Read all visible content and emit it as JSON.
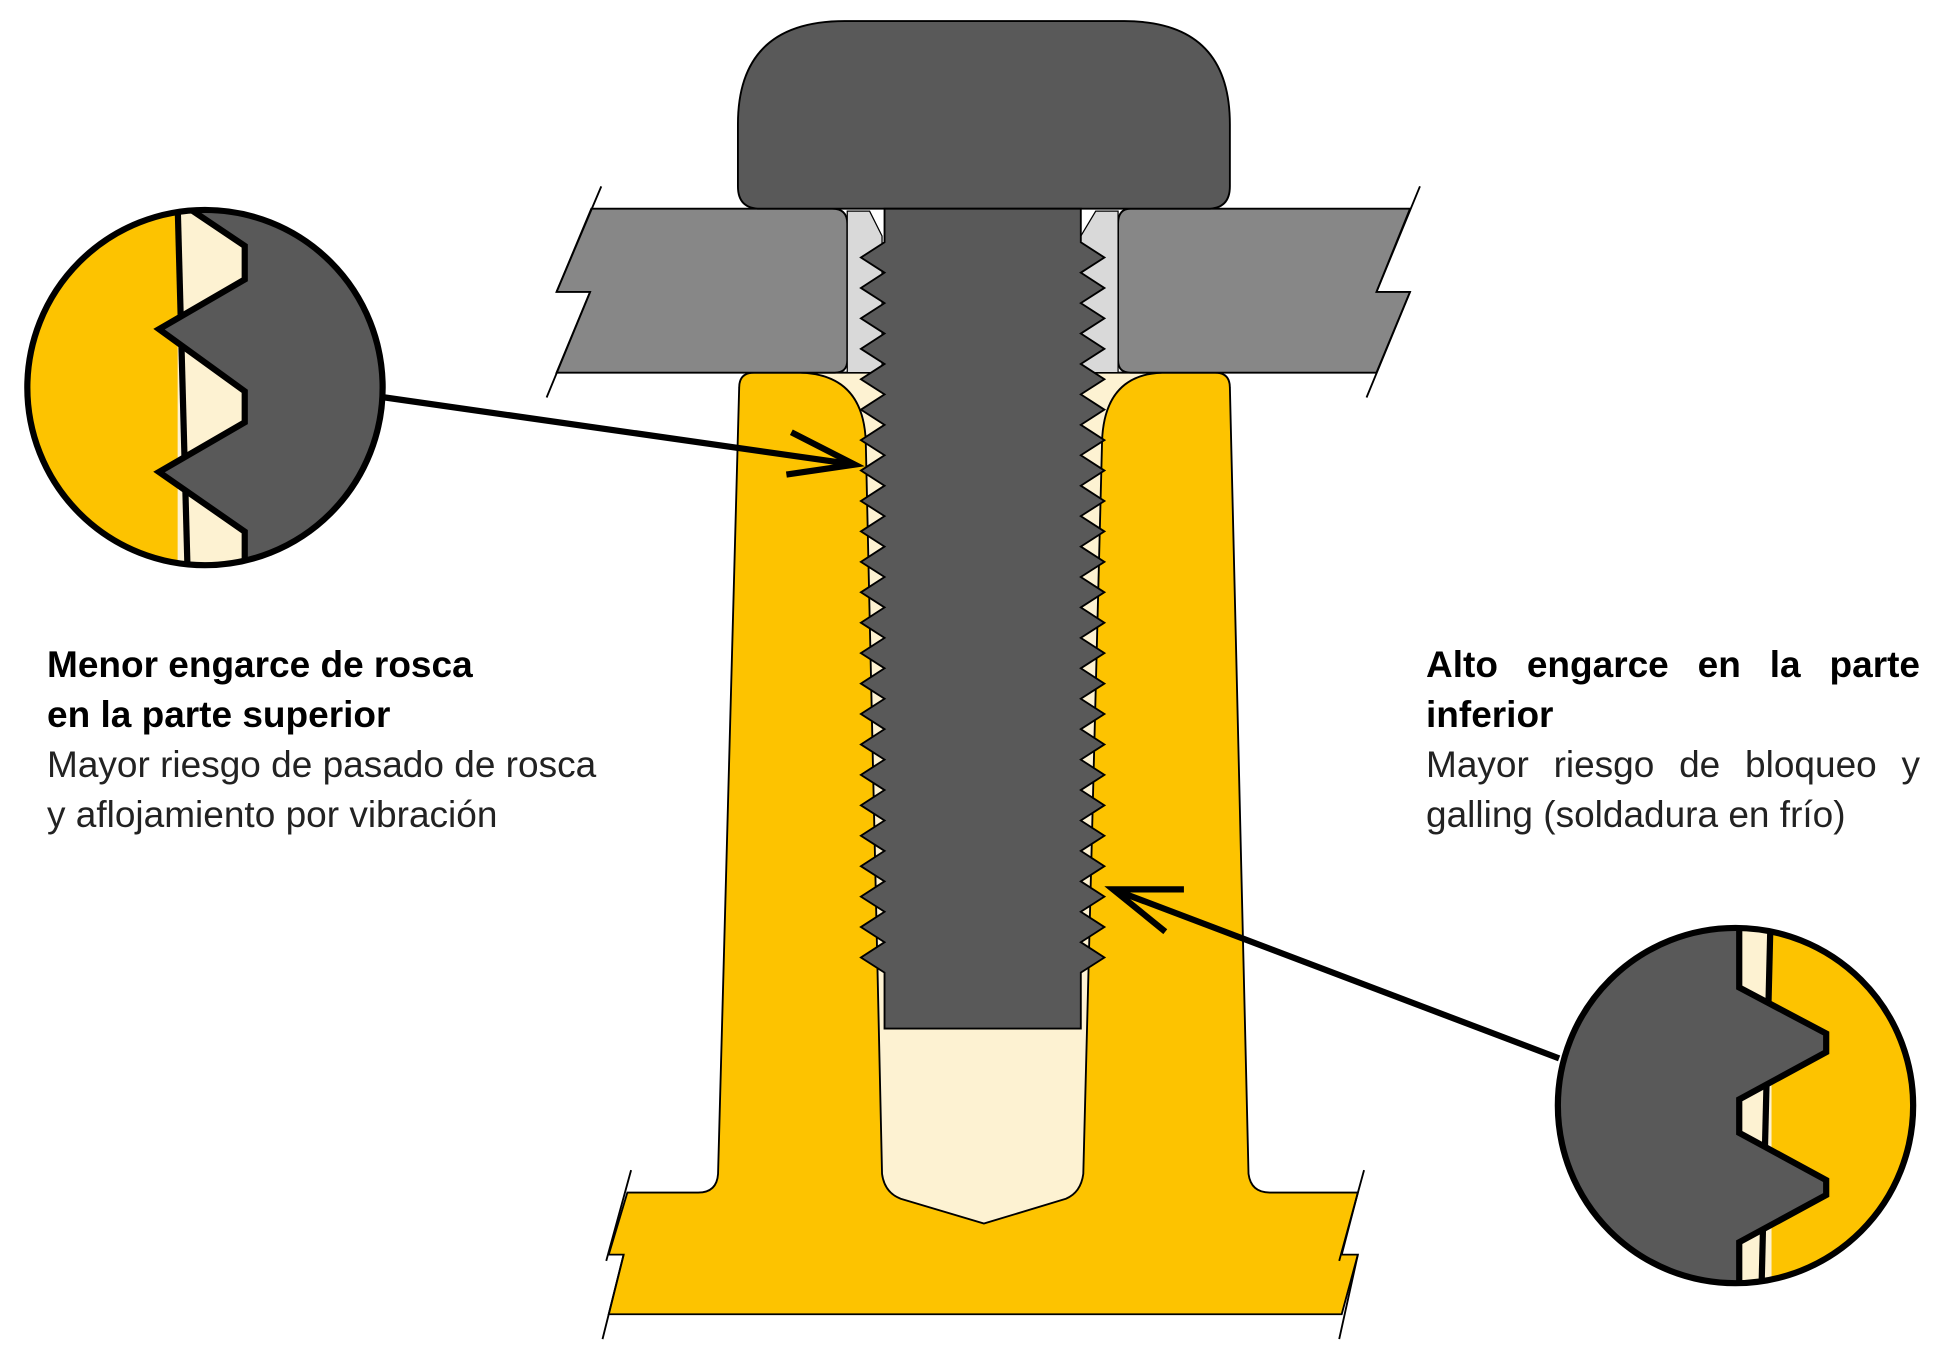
{
  "colors": {
    "bolt": "#595959",
    "plate": "#878787",
    "clearance": "#d9d9d9",
    "nut": "#fdc300",
    "bore": "#fdf2d2",
    "outline": "#000000"
  },
  "left_callout": {
    "title_lines": [
      "Menor engarce de rosca",
      "en la parte superior"
    ],
    "body_lines": [
      "Mayor riesgo de pasado de rosca",
      "y aflojamiento por vibración"
    ]
  },
  "right_callout": {
    "title_lines": [
      "Alto engarce en la parte",
      "inferior"
    ],
    "body_lines": [
      "Mayor riesgo de bloqueo y",
      "galling (soldadura en frío)"
    ]
  }
}
